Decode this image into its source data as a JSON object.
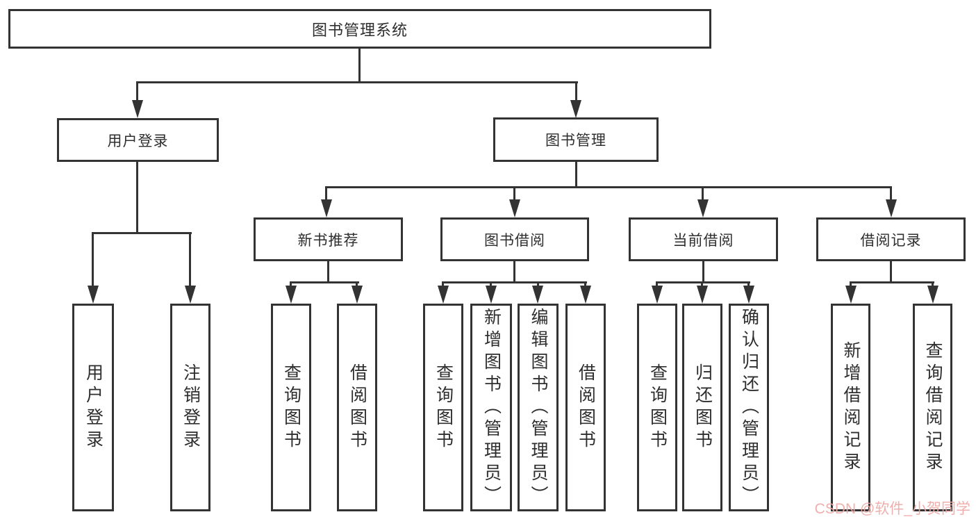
{
  "tree": {
    "root": {
      "label": "图书管理系统"
    },
    "branches": [
      {
        "label": "用户登录",
        "children": [
          {
            "label": "用户登录"
          },
          {
            "label": "注销登录"
          }
        ]
      },
      {
        "label": "图书管理",
        "children": [
          {
            "label": "新书推荐",
            "children": [
              {
                "label": "查询图书"
              },
              {
                "label": "借阅图书"
              }
            ]
          },
          {
            "label": "图书借阅",
            "children": [
              {
                "label": "查询图书"
              },
              {
                "label": "新增图书（管理员）"
              },
              {
                "label": "编辑图书（管理员）"
              },
              {
                "label": "借阅图书"
              }
            ]
          },
          {
            "label": "当前借阅",
            "children": [
              {
                "label": "查询图书"
              },
              {
                "label": "归还图书"
              },
              {
                "label": "确认归还（管理员）"
              }
            ]
          },
          {
            "label": "借阅记录",
            "children": [
              {
                "label": "新增借阅记录"
              },
              {
                "label": "查询借阅记录"
              }
            ]
          }
        ]
      }
    ]
  },
  "watermark": {
    "text": "CSDN @软件_小贺同学"
  },
  "colors": {
    "line": "#333333",
    "border": "#333333",
    "text": "#2e2e2e",
    "background": "#ffffff",
    "watermark": "#efa9a5"
  }
}
